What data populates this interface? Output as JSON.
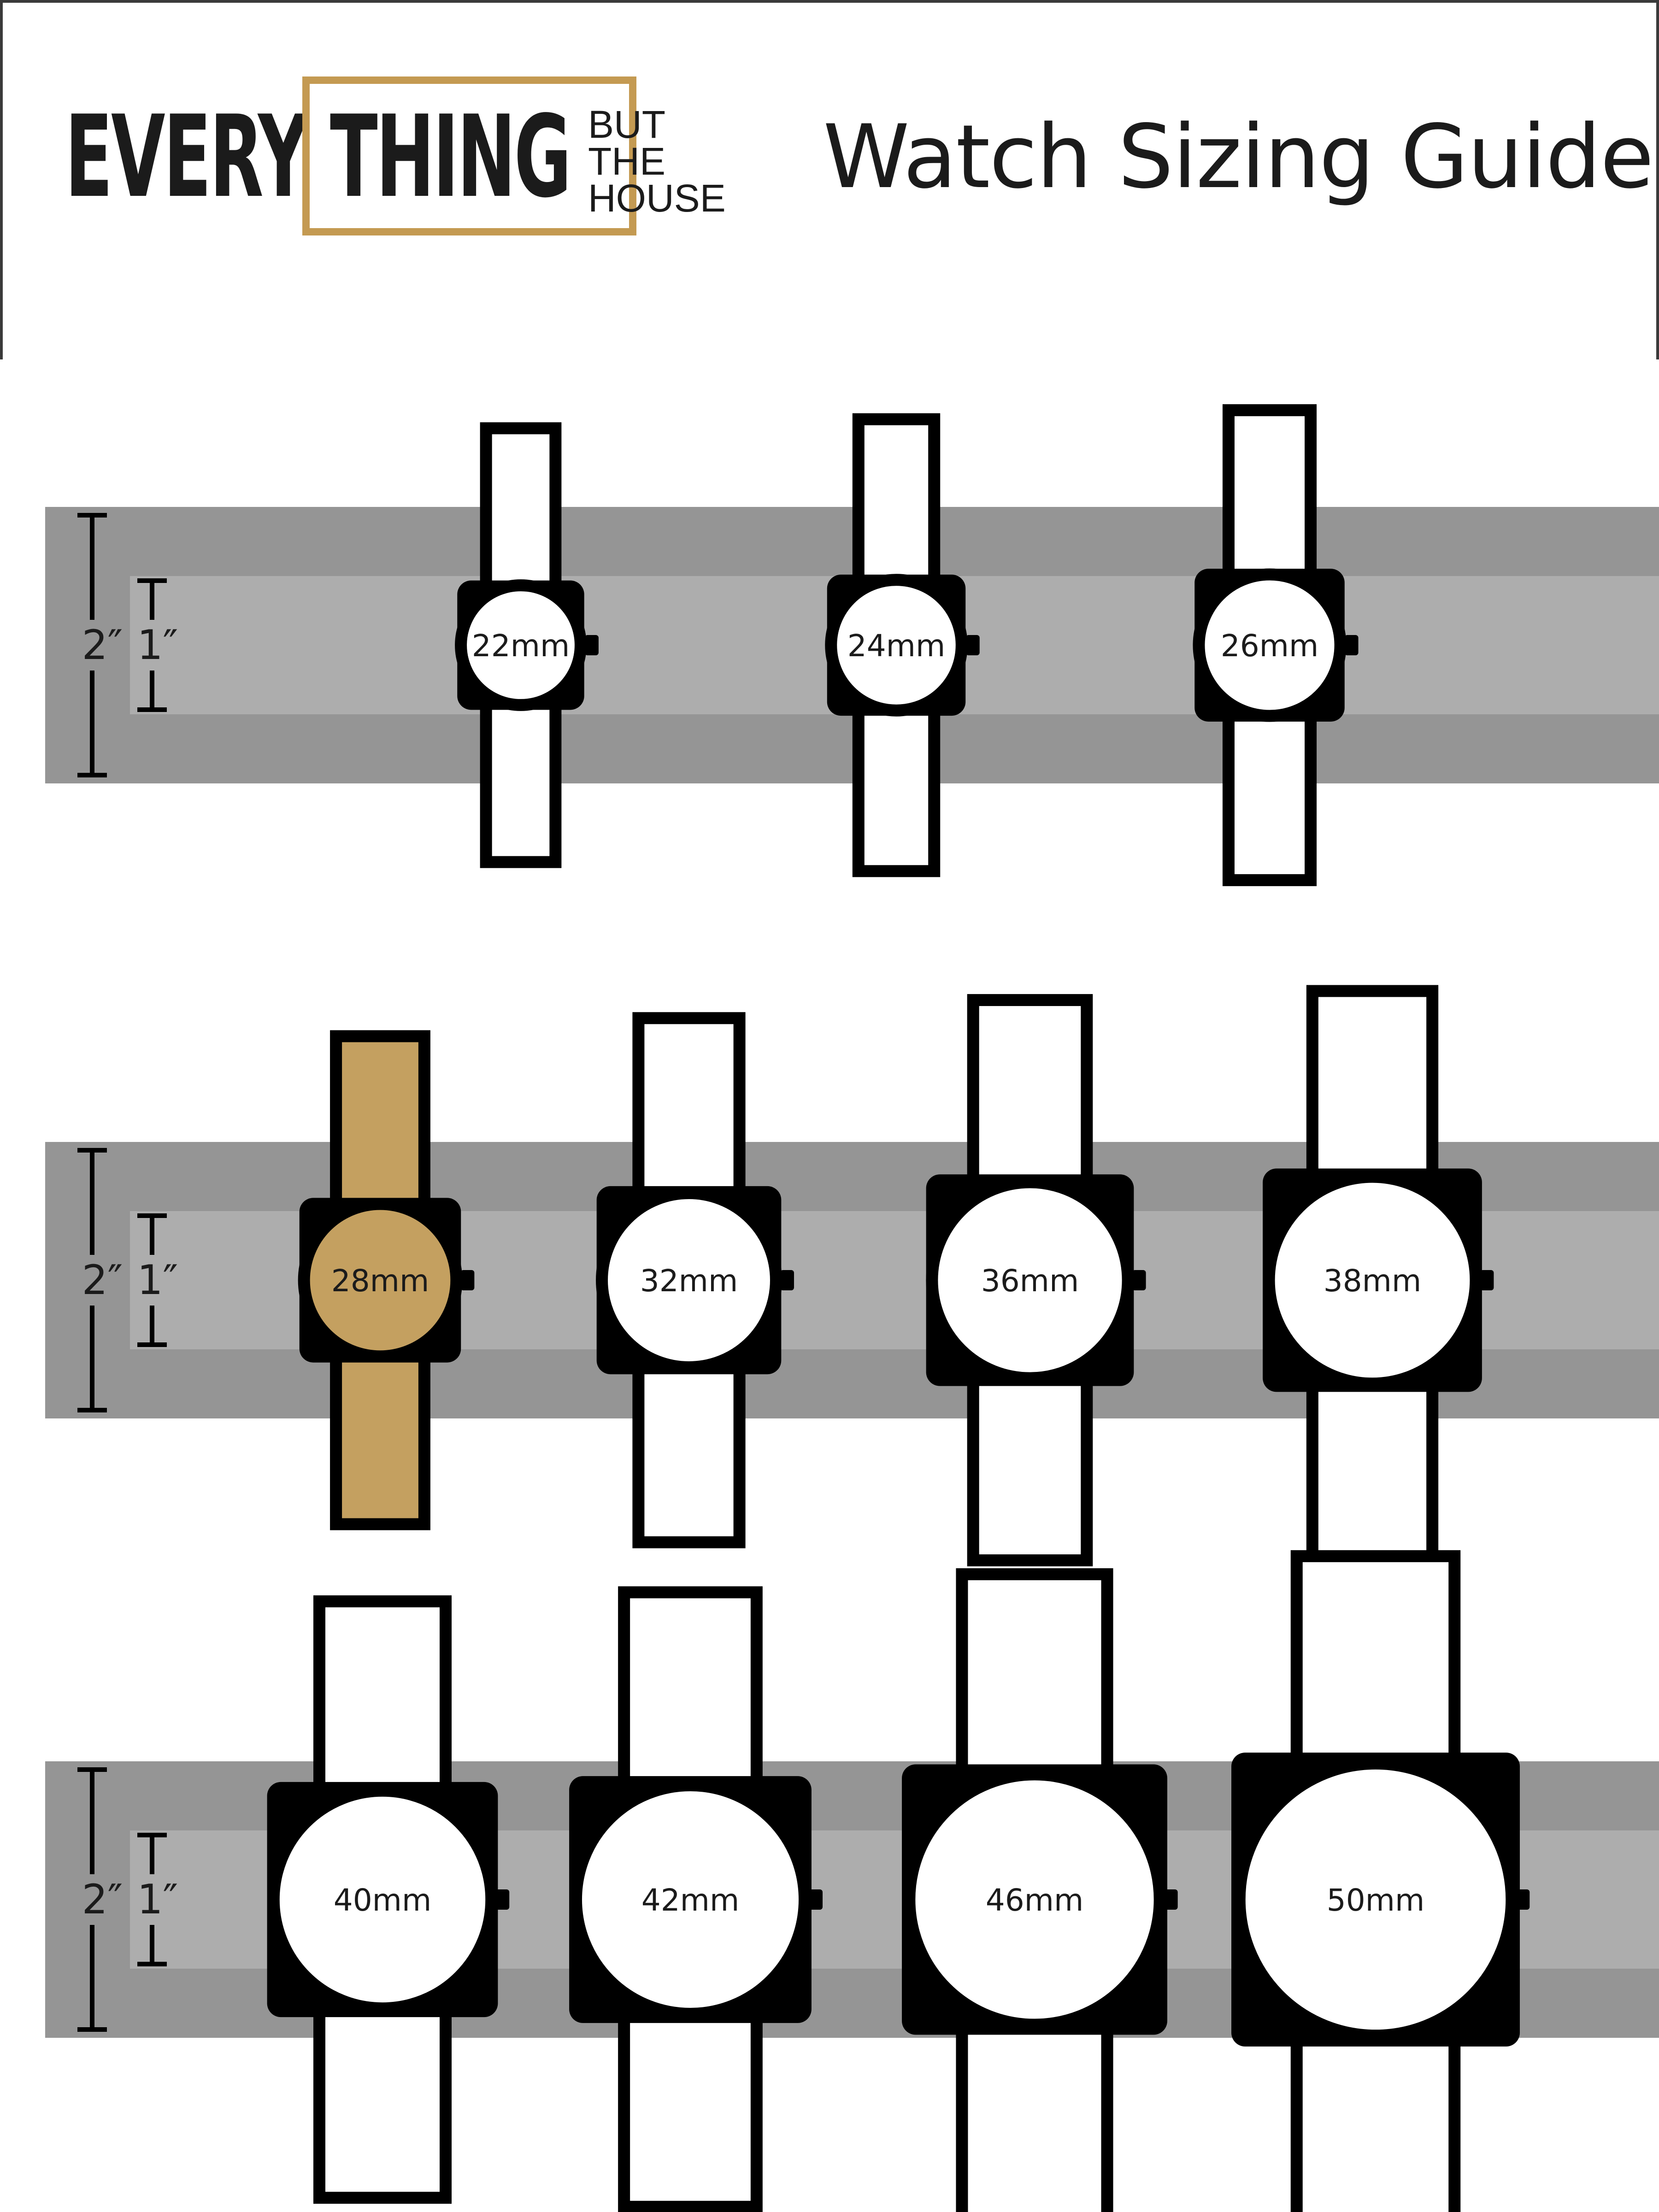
{
  "logo": {
    "every": "EVERY",
    "thing": "THING",
    "but": "BUT",
    "the": "THE",
    "house": "HOUSE"
  },
  "title": "Watch Sizing Guide",
  "wrist_labels": {
    "outer": "2″",
    "inner": "1″"
  },
  "colors": {
    "band_outer": "#959595",
    "band_inner": "#adadad",
    "outline": "#000000",
    "watch_fill": "#ffffff",
    "highlight": "#c4a060",
    "logo_gold": "#c49a52"
  },
  "rows": [
    {
      "watches": [
        {
          "size_mm": 22,
          "label": "22mm"
        },
        {
          "size_mm": 24,
          "label": "24mm"
        },
        {
          "size_mm": 26,
          "label": "26mm"
        }
      ]
    },
    {
      "watches": [
        {
          "size_mm": 28,
          "label": "28mm",
          "highlighted": true
        },
        {
          "size_mm": 32,
          "label": "32mm"
        },
        {
          "size_mm": 36,
          "label": "36mm"
        },
        {
          "size_mm": 38,
          "label": "38mm"
        }
      ]
    },
    {
      "watches": [
        {
          "size_mm": 40,
          "label": "40mm"
        },
        {
          "size_mm": 42,
          "label": "42mm"
        },
        {
          "size_mm": 46,
          "label": "46mm"
        },
        {
          "size_mm": 50,
          "label": "50mm"
        }
      ]
    }
  ]
}
